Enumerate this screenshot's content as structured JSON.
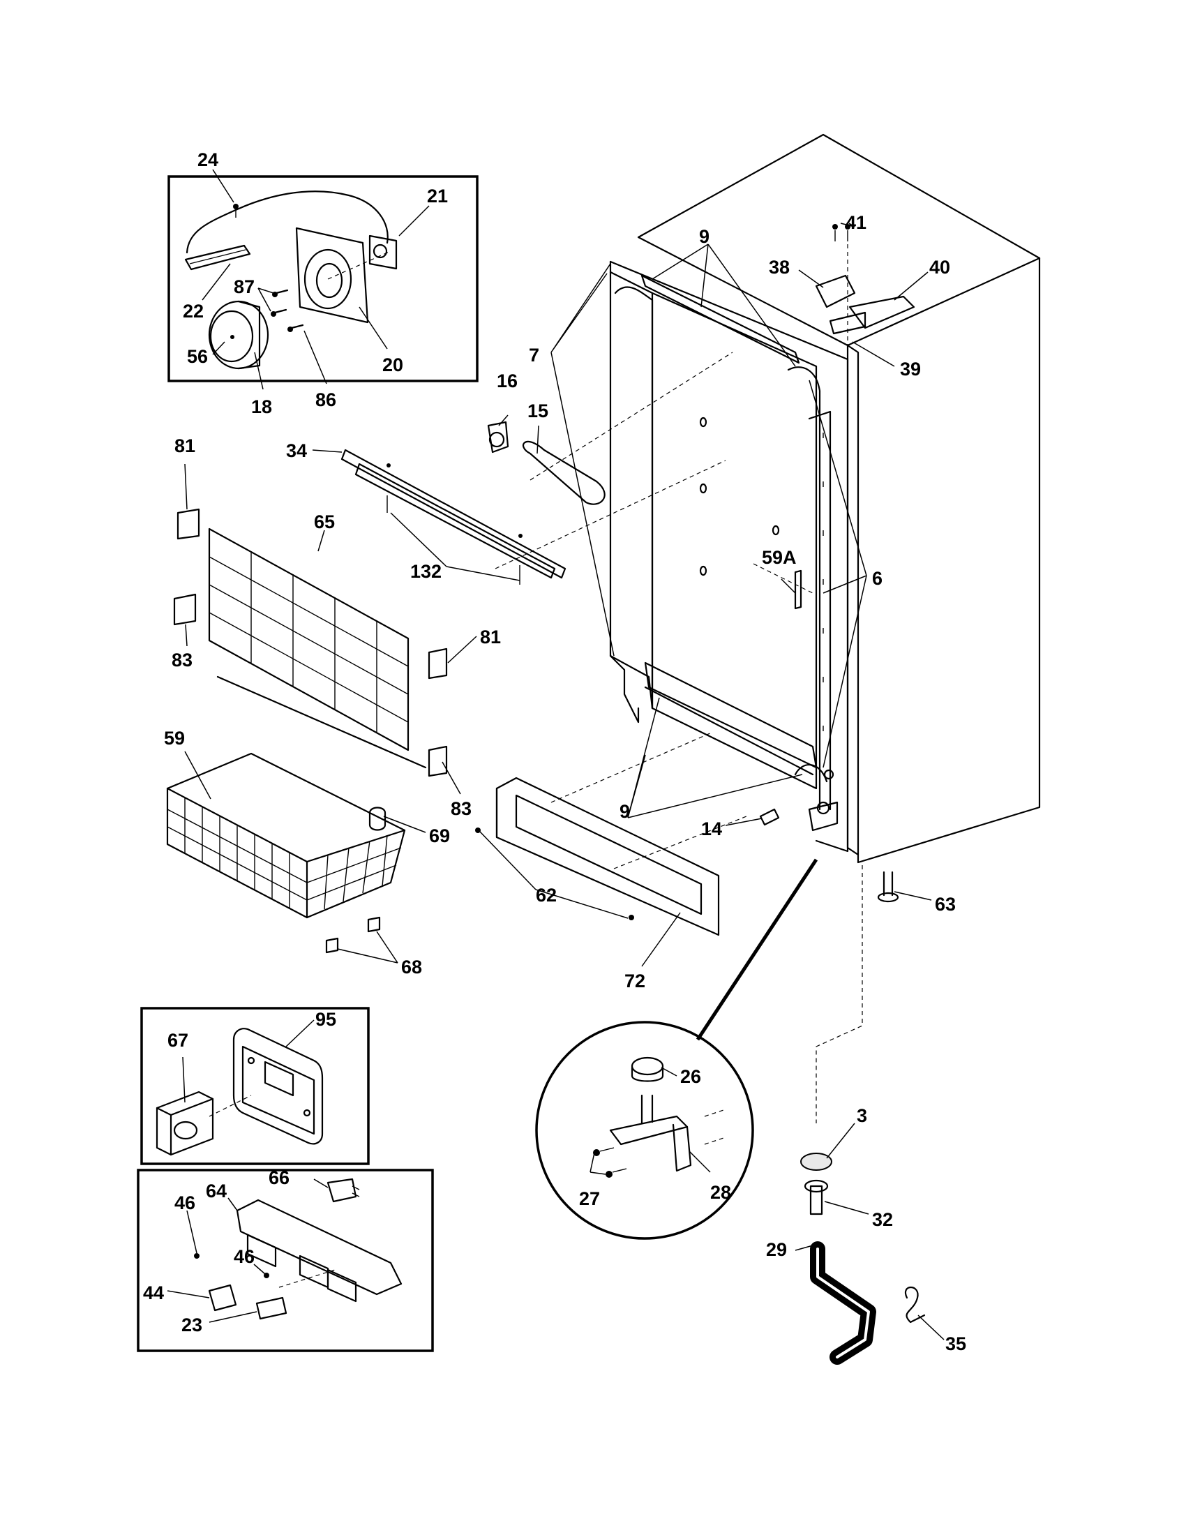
{
  "labels": {
    "l24": "24",
    "l21": "21",
    "l87": "87",
    "l22": "22",
    "l56": "56",
    "l18": "18",
    "l86": "86",
    "l20": "20",
    "l9a": "9",
    "l41": "41",
    "l38": "38",
    "l40": "40",
    "l7": "7",
    "l39": "39",
    "l16": "16",
    "l15": "15",
    "l34": "34",
    "l81a": "81",
    "l65": "65",
    "l132": "132",
    "l59A": "59A",
    "l6": "6",
    "l83a": "83",
    "l81b": "81",
    "l59": "59",
    "l83b": "83",
    "l9b": "9",
    "l69": "69",
    "l14": "14",
    "l62": "62",
    "l63": "63",
    "l68": "68",
    "l72": "72",
    "l67": "67",
    "l95": "95",
    "l26": "26",
    "l3": "3",
    "l66": "66",
    "l64": "64",
    "l46a": "46",
    "l27": "27",
    "l28": "28",
    "l32": "32",
    "l46b": "46",
    "l29": "29",
    "l44": "44",
    "l23": "23",
    "l35": "35"
  }
}
